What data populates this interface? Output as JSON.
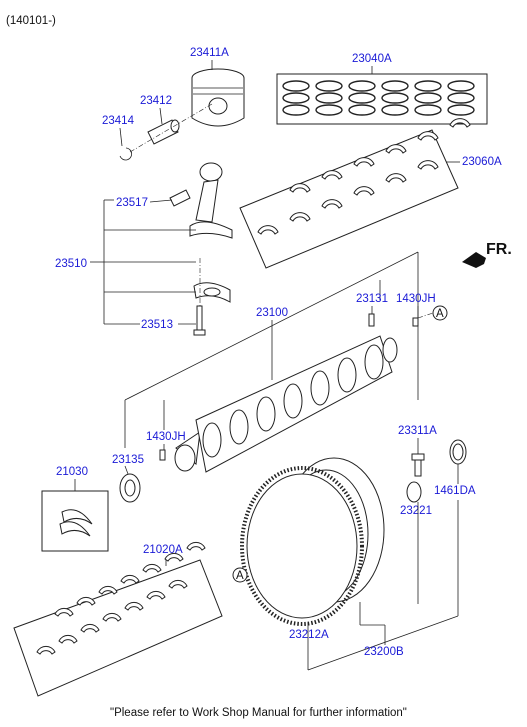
{
  "header_code": "(140101-)",
  "footer_note": "\"Please refer to Work Shop Manual for further information\"",
  "direction_label": "FR.",
  "ref_mark": "A",
  "part_labels": {
    "p23411A": "23411A",
    "p23412": "23412",
    "p23414": "23414",
    "p23040A": "23040A",
    "p23060A": "23060A",
    "p23517": "23517",
    "p23510": "23510",
    "p23513": "23513",
    "p23131": "23131",
    "p1430JH_top": "1430JH",
    "p23100": "23100",
    "p1430JH_left": "1430JH",
    "p23135": "23135",
    "p21030": "21030",
    "p23311A": "23311A",
    "p1461DA": "1461DA",
    "p23221": "23221",
    "p21020A": "21020A",
    "p23212A": "23212A",
    "p23200B": "23200B"
  },
  "colors": {
    "label": "#1a1ad6",
    "line": "#222222"
  }
}
